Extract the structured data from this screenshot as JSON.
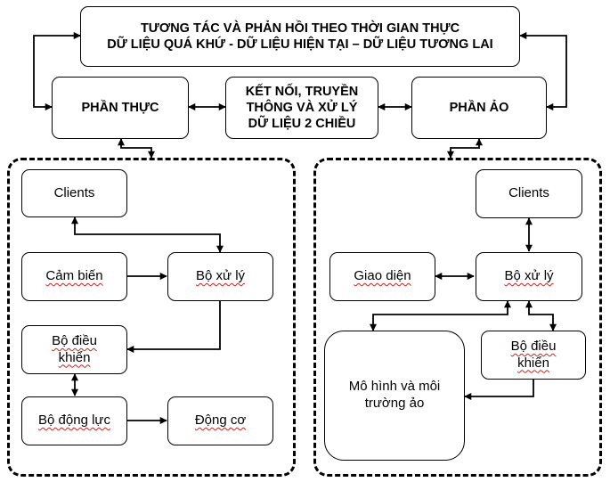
{
  "header": {
    "line1": "TƯƠNG TÁC VÀ PHẢN HỒI THEO THỜI GIAN THỰC",
    "line2": "DỮ LIỆU QUÁ KHỨ - DỮ LIỆU HIỆN TẠI – DỮ LIỆU TƯƠNG LAI"
  },
  "physical": {
    "label": "PHẦN THỰC"
  },
  "link": {
    "line1": "KẾT NỐI, TRUYỀN",
    "line2": "THÔNG VÀ XỬ LÝ",
    "line3": "DỮ LIỆU 2 CHIỀU"
  },
  "virtual": {
    "label": "PHẦN ẢO"
  },
  "left_group": {
    "clients": "Clients",
    "sensor": "Cảm biến",
    "processor": "Bộ xử lý",
    "controller_line1": "Bộ điều",
    "controller_line2": "khiển",
    "power_unit": "Bộ động lực",
    "motor": "Động cơ"
  },
  "right_group": {
    "clients": "Clients",
    "interface": "Giao diện",
    "processor": "Bộ xử lý",
    "controller_line1": "Bộ điều",
    "controller_line2": "khiển",
    "model_line1": "Mô hình và môi",
    "model_line2": "trường ảo"
  }
}
